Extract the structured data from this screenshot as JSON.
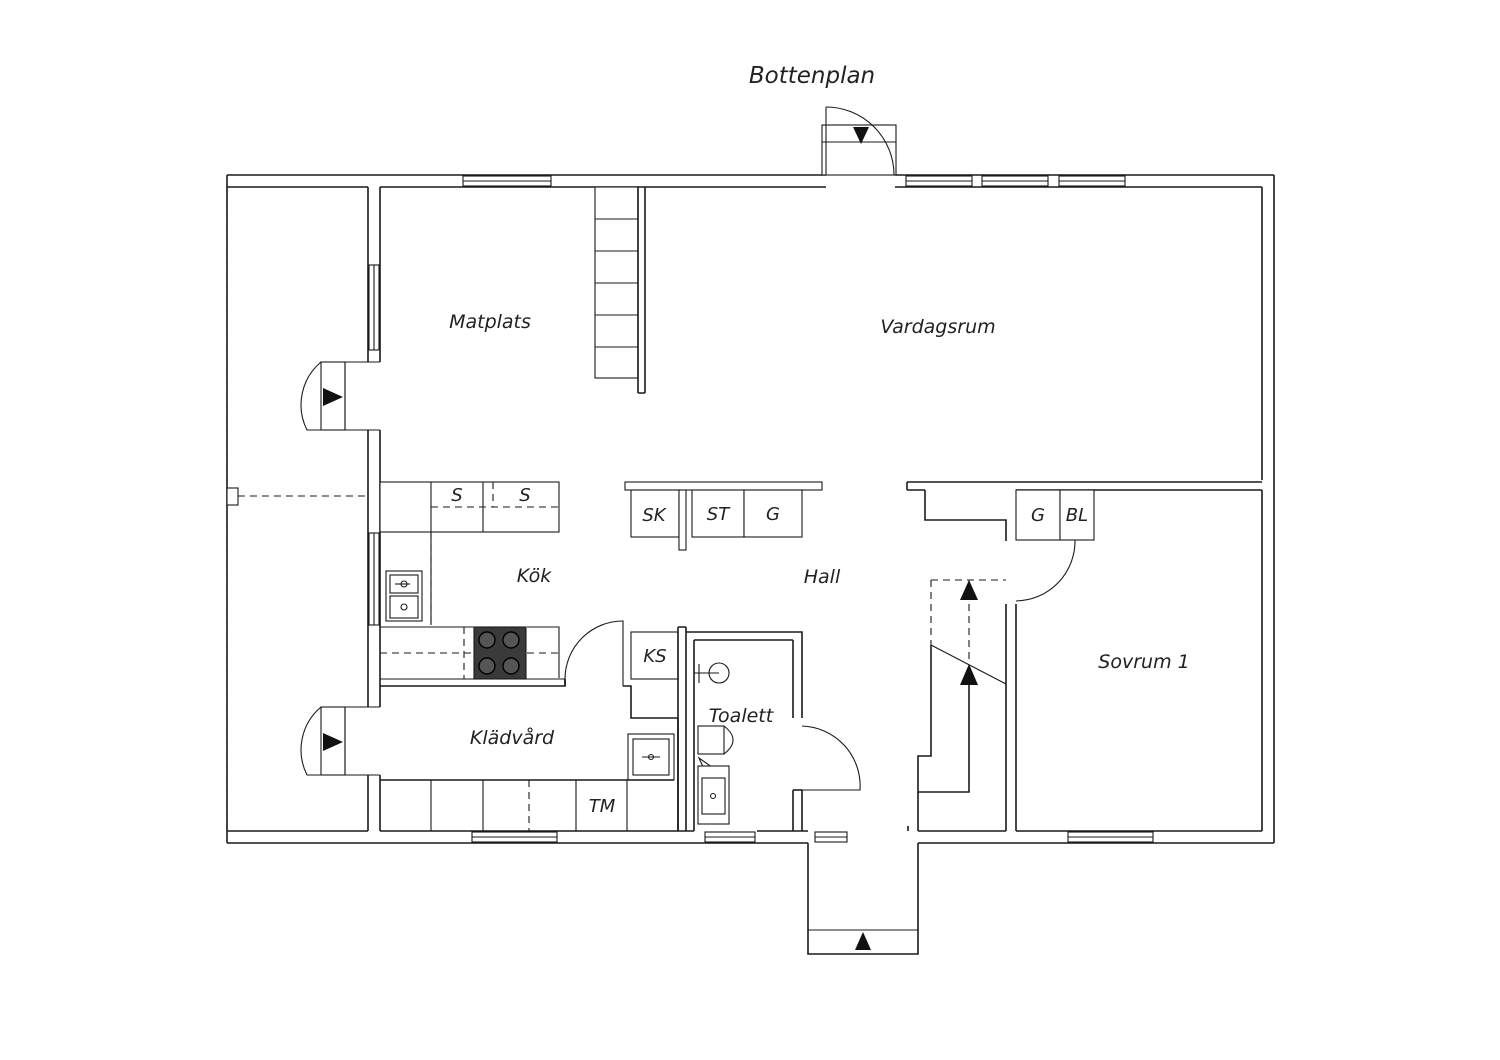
{
  "title": "Bottenplan",
  "rooms": {
    "matplats": "Matplats",
    "vardagsrum": "Vardagsrum",
    "kok": "Kök",
    "hall": "Hall",
    "sovrum1": "Sovrum 1",
    "kladvard": "Klädvård",
    "toalett": "Toalett"
  },
  "fixtures": {
    "s1": "S",
    "s2": "S",
    "sk": "SK",
    "st": "ST",
    "g1": "G",
    "g2": "G",
    "bl": "BL",
    "ks": "KS",
    "tm": "TM"
  }
}
